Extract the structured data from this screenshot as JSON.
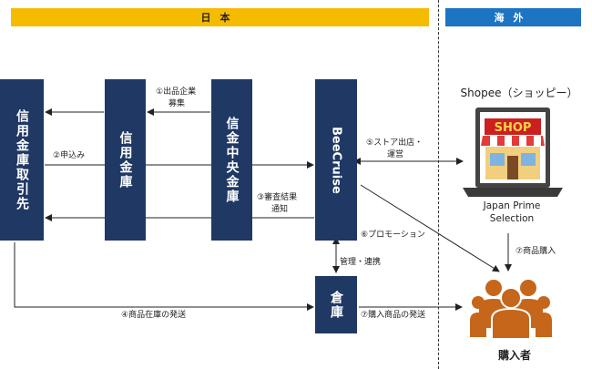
{
  "regions": {
    "japan": "日本",
    "overseas": "海外"
  },
  "nodes": {
    "partner": "信用金庫取引先",
    "shinyo": "信用金庫",
    "central": "信金中央金庫",
    "beecruise": "BeeCruise",
    "warehouse": "倉庫"
  },
  "shopee": {
    "title": "Shopee（ショッピー）",
    "caption": "Japan Prime Selection",
    "sign": "SHOP"
  },
  "buyer": {
    "label": "購入者"
  },
  "edges": {
    "e1_line1": "①出品企業",
    "e1_line2": "募集",
    "e2": "②申込み",
    "e3_line1": "③審査結果",
    "e3_line2": "通知",
    "e4": "④商品在庫の発送",
    "e5_line1": "⑤ストア出店・",
    "e5_line2": "運営",
    "e6": "⑥プロモーション",
    "e7a": "⑦商品購入",
    "e7b": "⑦購入商品の発送",
    "mgmt": "管理・連携"
  },
  "colors": {
    "japan_band": "#f5bb00",
    "overseas_band": "#1c74c3",
    "node_fill": "#1f3864",
    "buyer_fill": "#c5661b"
  },
  "icons": {
    "laptop": "laptop-store-icon",
    "buyer": "people-group-icon"
  }
}
